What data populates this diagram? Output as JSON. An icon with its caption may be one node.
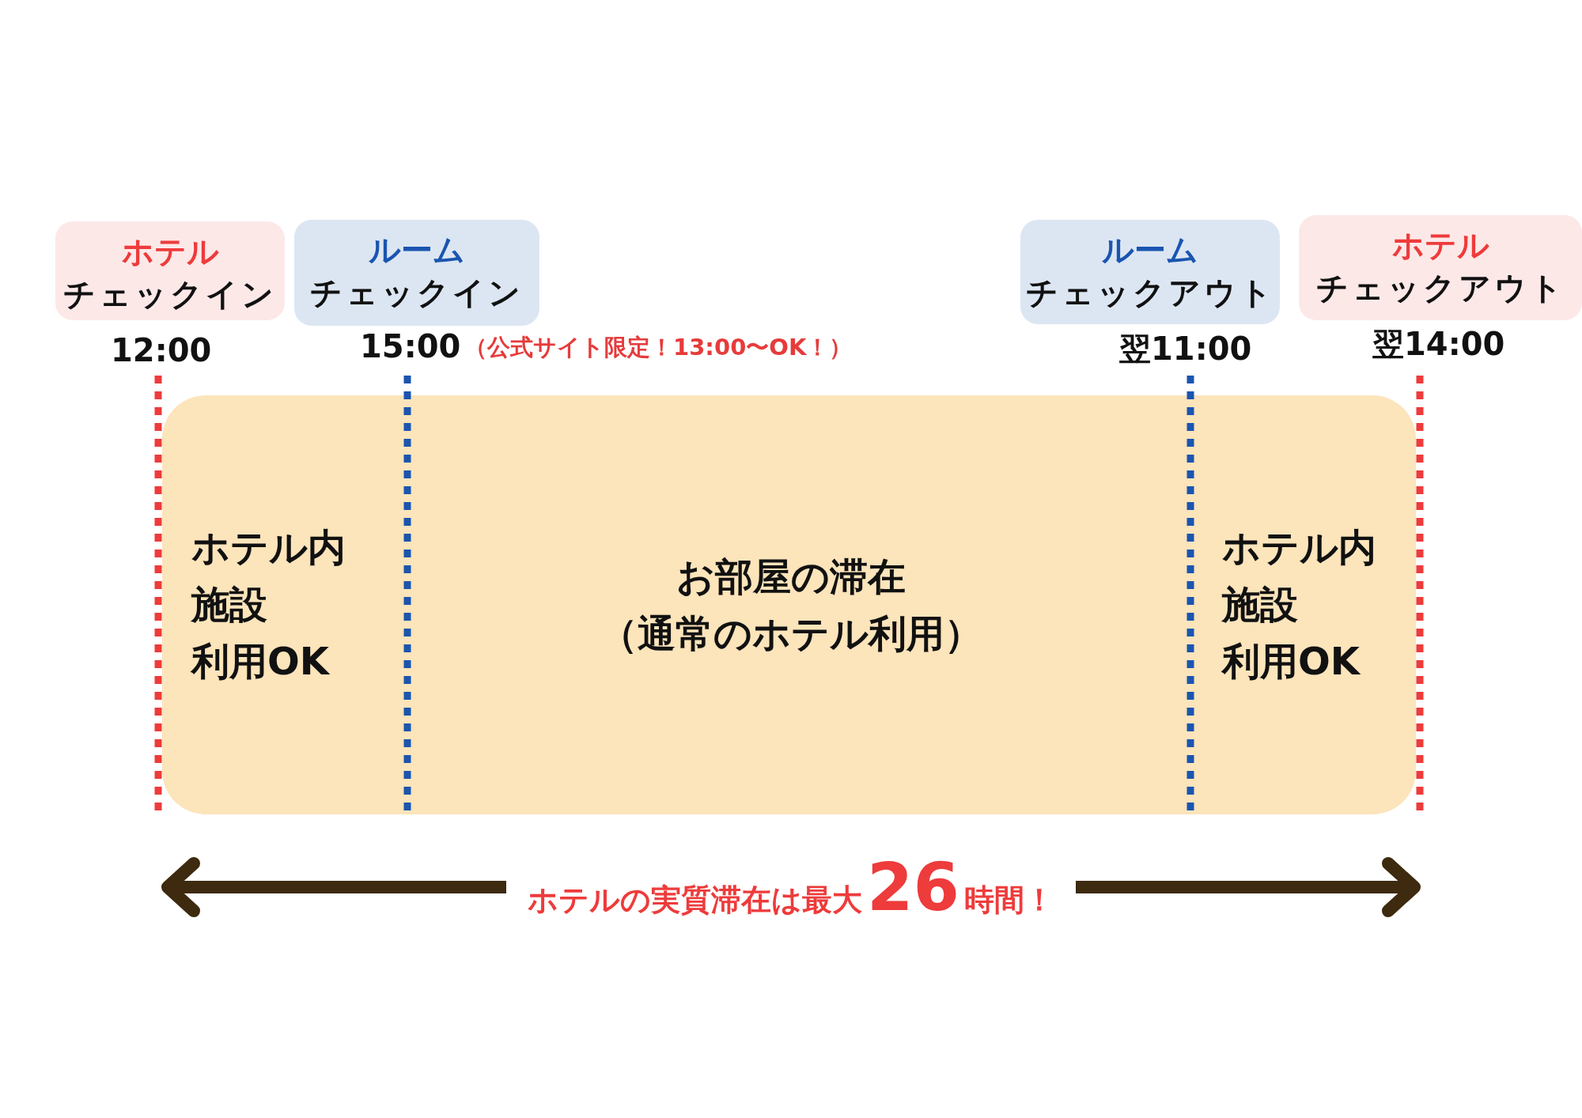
{
  "diagram": {
    "nodes": [
      {
        "text": [
          "ホテル",
          "チェックイン"
        ],
        "beside": [
          "12:00"
        ]
      },
      {
        "text": [
          "ルーム",
          "チェックイン"
        ],
        "beside": [
          "15:00",
          "（公式サイト限定！13:00〜OK！）"
        ]
      },
      {
        "text": [
          "ルーム",
          "チェックアウト"
        ],
        "beside": [
          "翌11:00"
        ]
      },
      {
        "text": [
          "ホテル",
          "チェックアウト"
        ],
        "beside": [
          "翌14:00"
        ]
      },
      {
        "text": [
          "ホテル内施設利用OK",
          "お部屋の滞在（通常のホテル利用）",
          "ホテル内施設利用OK"
        ]
      }
    ],
    "edges": [],
    "labels": [
      "ホテルの実質滞在は最大**26**時間！"
    ]
  }
}
